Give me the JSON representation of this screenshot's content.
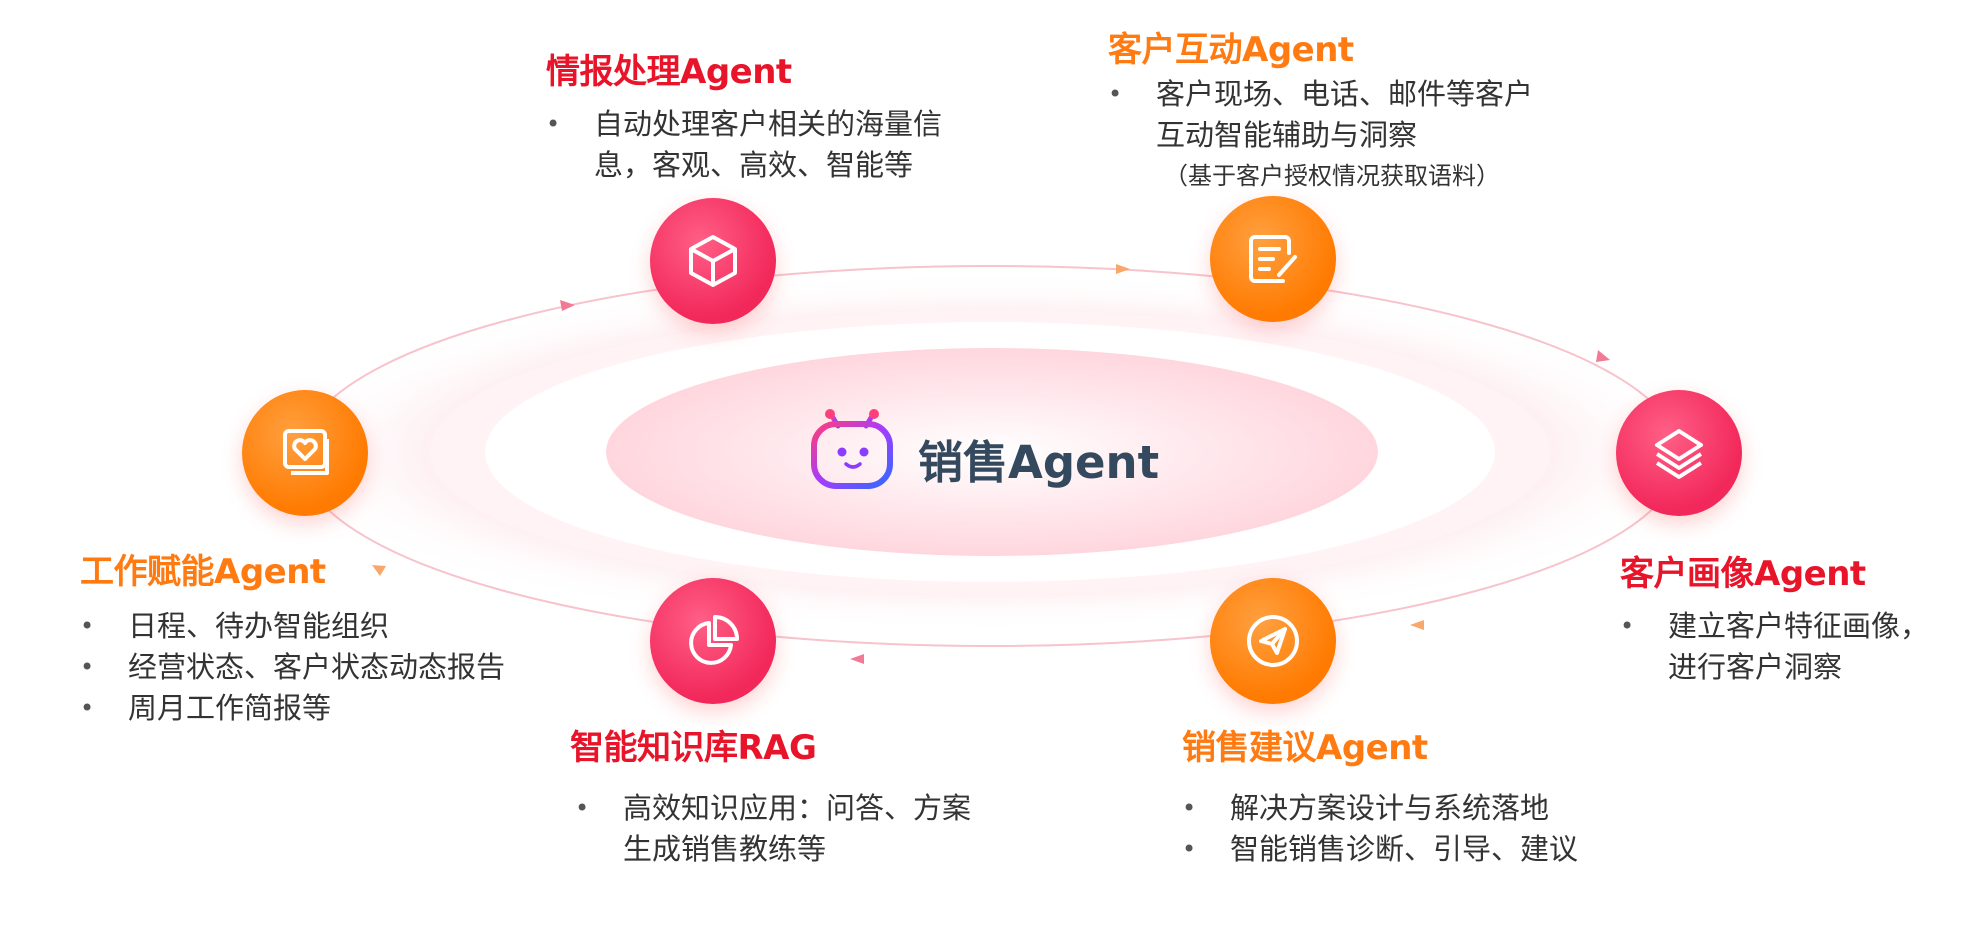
{
  "center": {
    "label": "销售Agent",
    "icon": "robot-icon"
  },
  "colors": {
    "red": "#e8142a",
    "orange": "#ff7a10",
    "pink_node": "#f2275a",
    "orange_node": "#ff7a00"
  },
  "agents": {
    "intel": {
      "title": "情报处理Agent",
      "icon": "cube-icon",
      "lines": [
        "自动处理客户相关的海量信",
        "息，客观、高效、智能等"
      ]
    },
    "interaction": {
      "title": "客户互动Agent",
      "icon": "document-edit-icon",
      "lines": [
        "客户现场、电话、邮件等客户",
        "互动智能辅助与洞察"
      ],
      "note": "（基于客户授权情况获取语料）"
    },
    "profile": {
      "title": "客户画像Agent",
      "icon": "layers-icon",
      "lines": [
        "建立客户特征画像，",
        "进行客户洞察"
      ]
    },
    "advice": {
      "title": "销售建议Agent",
      "icon": "paper-plane-icon",
      "lines": [
        "解决方案设计与系统落地",
        "智能销售诊断、引导、建议"
      ]
    },
    "knowledge": {
      "title": "智能知识库RAG",
      "icon": "pie-chart-icon",
      "lines": [
        "高效知识应用：问答、方案",
        "生成销售教练等"
      ]
    },
    "work": {
      "title": "工作赋能Agent",
      "icon": "heart-card-icon",
      "lines": [
        "日程、待办智能组织",
        "经营状态、客户状态动态报告",
        "周月工作简报等"
      ]
    }
  }
}
